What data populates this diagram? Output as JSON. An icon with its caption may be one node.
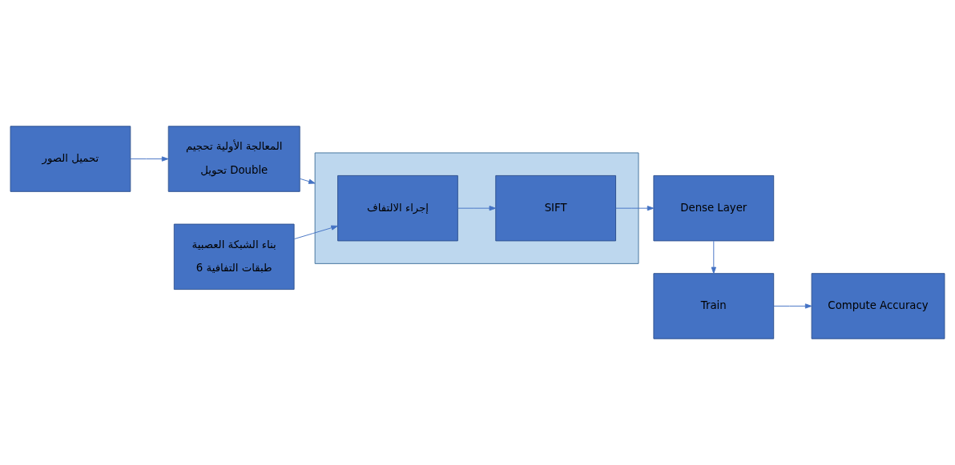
{
  "diagram": {
    "nodes": [
      {
        "text": [
          "تحميل الصور"
        ]
      },
      {
        "text": [
          "المعالجة الأولية تحجيم",
          "تحويل Double"
        ]
      },
      {
        "text": [
          "بناء الشبكة العصبية",
          "6 طبقات التفافية"
        ]
      },
      {
        "text": [],
        "shape": "box"
      },
      {
        "text": [
          "إجراء الالتفاف"
        ],
        "in": 3
      },
      {
        "text": [
          "SIFT"
        ],
        "in": 3
      },
      {
        "text": [
          "Dense Layer"
        ]
      },
      {
        "text": [
          "Train"
        ]
      },
      {
        "text": [
          "Compute Accuracy"
        ]
      }
    ],
    "edges": [
      {
        "from": 0,
        "to": 1,
        "arrow": "to"
      },
      {
        "from": 1,
        "to": 3,
        "arrow": "to"
      },
      {
        "from": 2,
        "to": 4,
        "arrow": "to"
      },
      {
        "from": 4,
        "to": 5,
        "arrow": "to"
      },
      {
        "from": 5,
        "to": 6,
        "arrow": "to"
      },
      {
        "from": 6,
        "to": 7,
        "arrow": "to"
      },
      {
        "from": 7,
        "to": 8,
        "arrow": "to"
      }
    ]
  }
}
